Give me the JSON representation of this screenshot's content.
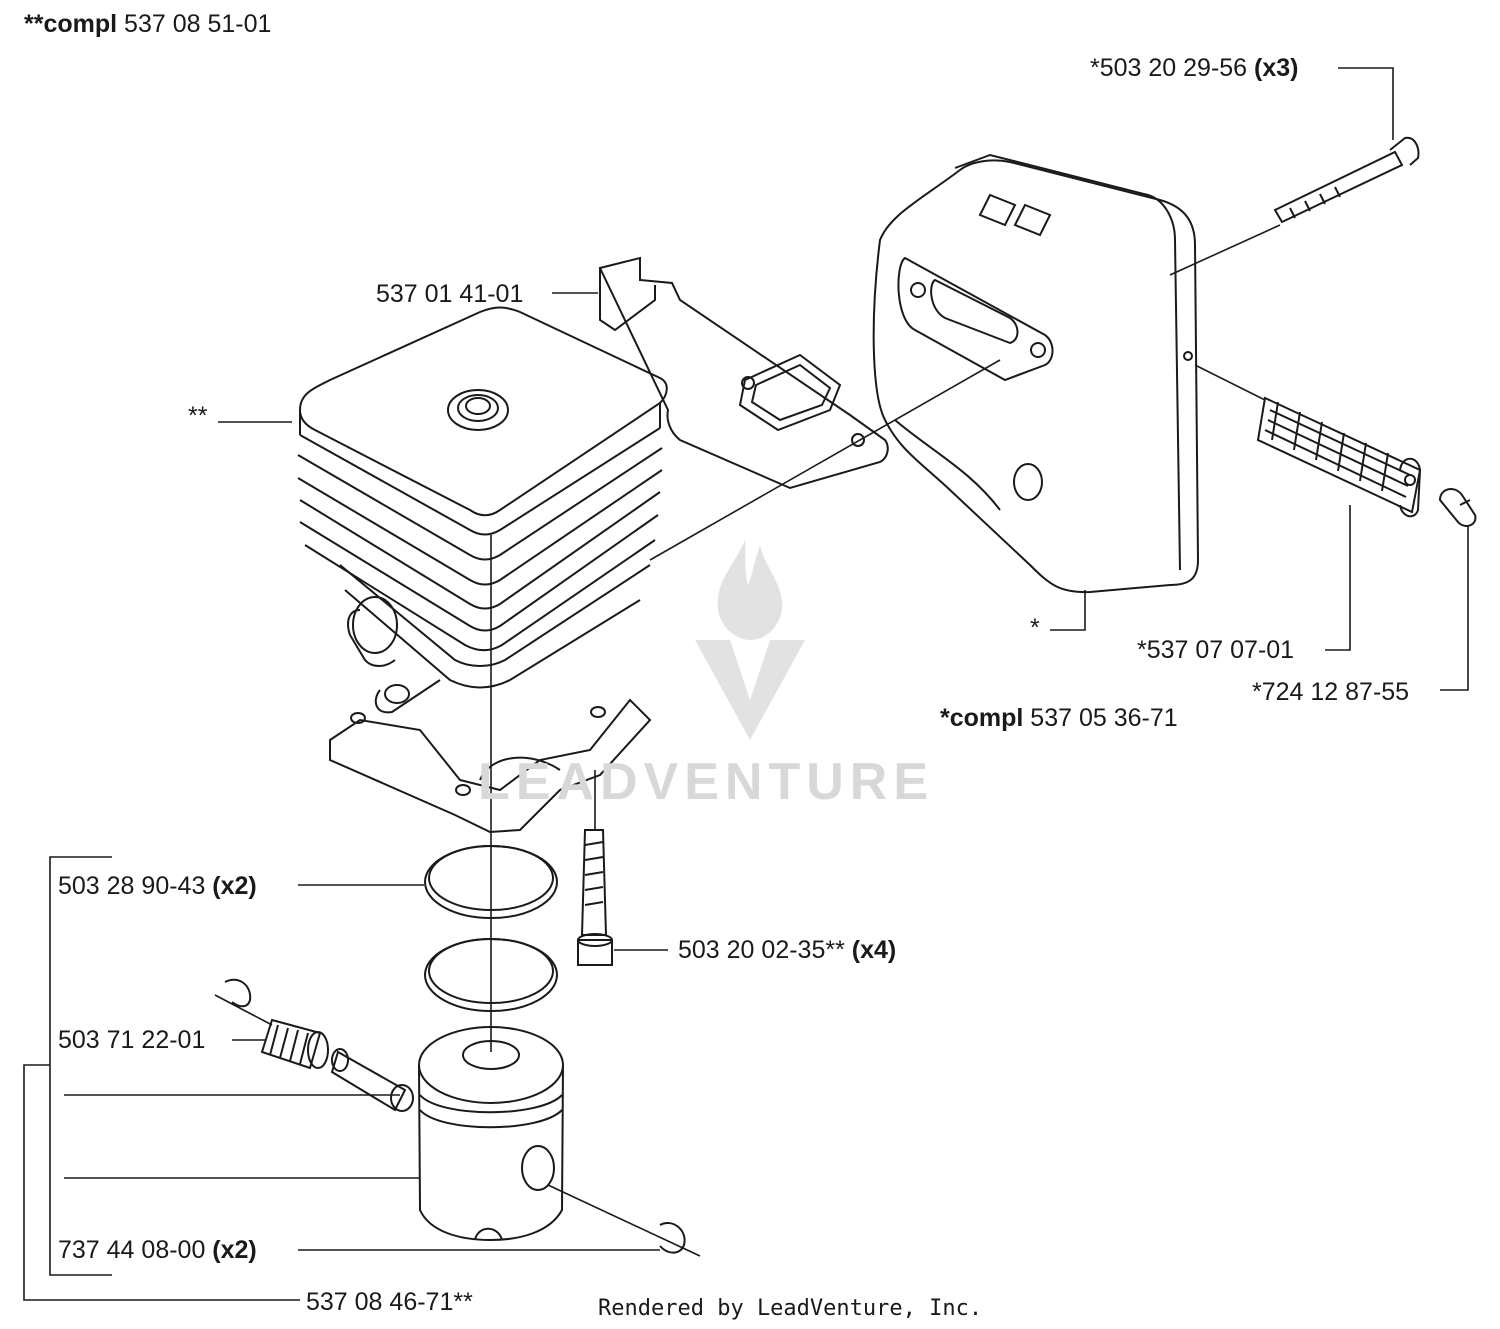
{
  "labels": {
    "cylinder_kit": {
      "prefix": "**",
      "bold": "compl",
      "rest": " 537 08 51-01"
    },
    "screw_muffler": {
      "text": "*503 20 29-56 ",
      "bold": "(x3)"
    },
    "gasket": {
      "text": "537 01 41-01"
    },
    "cylinder_marker": {
      "text": "**"
    },
    "muffler_marker": {
      "text": "*"
    },
    "spark_screen": {
      "text": "*537 07 07-01"
    },
    "screen_screw": {
      "text": "*724 12 87-55"
    },
    "muffler_kit": {
      "prefix": "*",
      "bold": "compl",
      "rest": " 537 05 36-71"
    },
    "piston_ring": {
      "text": "503 28 90-43 ",
      "bold": "(x2)"
    },
    "cylinder_screw": {
      "text": "503 20 02-35** ",
      "bold": "(x4)"
    },
    "needle_bearing": {
      "text": "503 71 22-01"
    },
    "circlip": {
      "text": "737 44 08-00 ",
      "bold": "(x2)"
    },
    "piston_kit": {
      "text": "537 08 46-71**"
    }
  },
  "footer": "Rendered by LeadVenture, Inc.",
  "watermark": "LEADVENTURE",
  "colors": {
    "line": "#1a1a1a",
    "watermark": "#d8d8d8"
  }
}
